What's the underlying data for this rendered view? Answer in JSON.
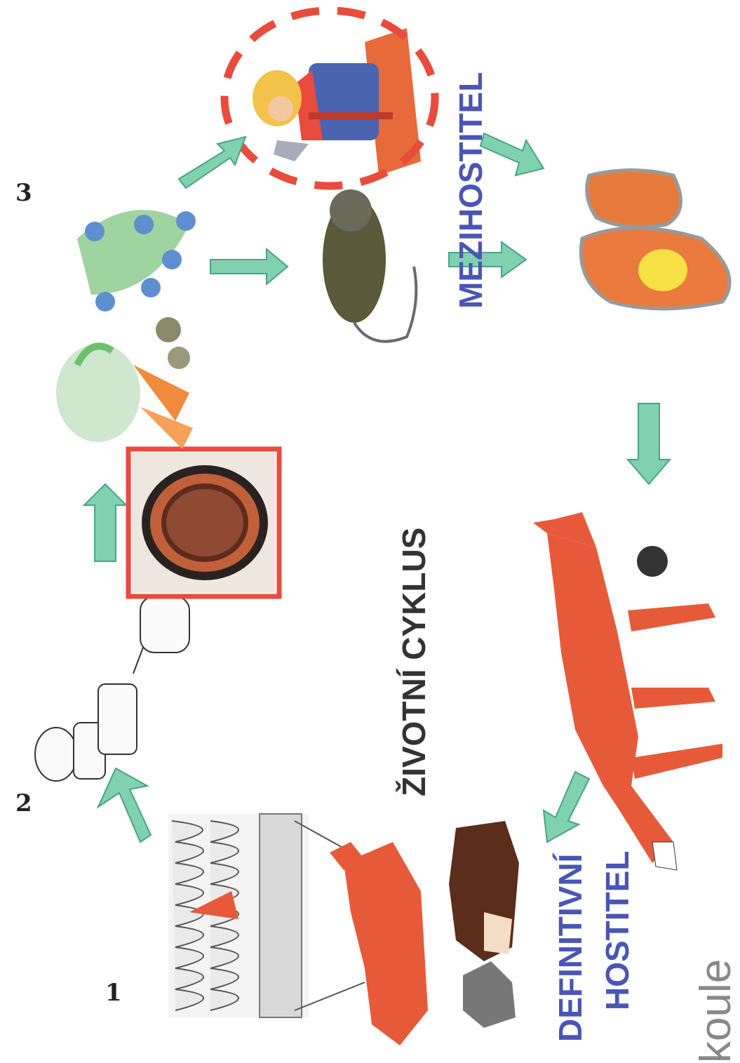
{
  "diagram": {
    "title": "ŽIVOTNÍ CYKLUS",
    "labels": {
      "intermediate_host": "MEZIHOSTITEL",
      "definitive_host_line1": "DEFINITIVNÍ",
      "definitive_host_line2": "HOSTITEL",
      "partial_word": "koule"
    },
    "stage_numbers": [
      "1",
      "2",
      "3"
    ],
    "icons": [
      "intestine-villi-icon",
      "tapeworm-icon",
      "egg-micrograph-icon",
      "vegetables-icon",
      "berries-icon",
      "mouse-icon",
      "human-farmer-icon",
      "liver-cyst-icon",
      "fox-icon",
      "small-fox-icon",
      "dog-icon",
      "cat-icon",
      "arrow-icon"
    ],
    "colors": {
      "arrow": "#7fd1b0",
      "arrow_border": "#4aa383",
      "highlight": "#e94b3c",
      "host_label": "#4a55b5",
      "fox": "#e65a3a"
    }
  }
}
